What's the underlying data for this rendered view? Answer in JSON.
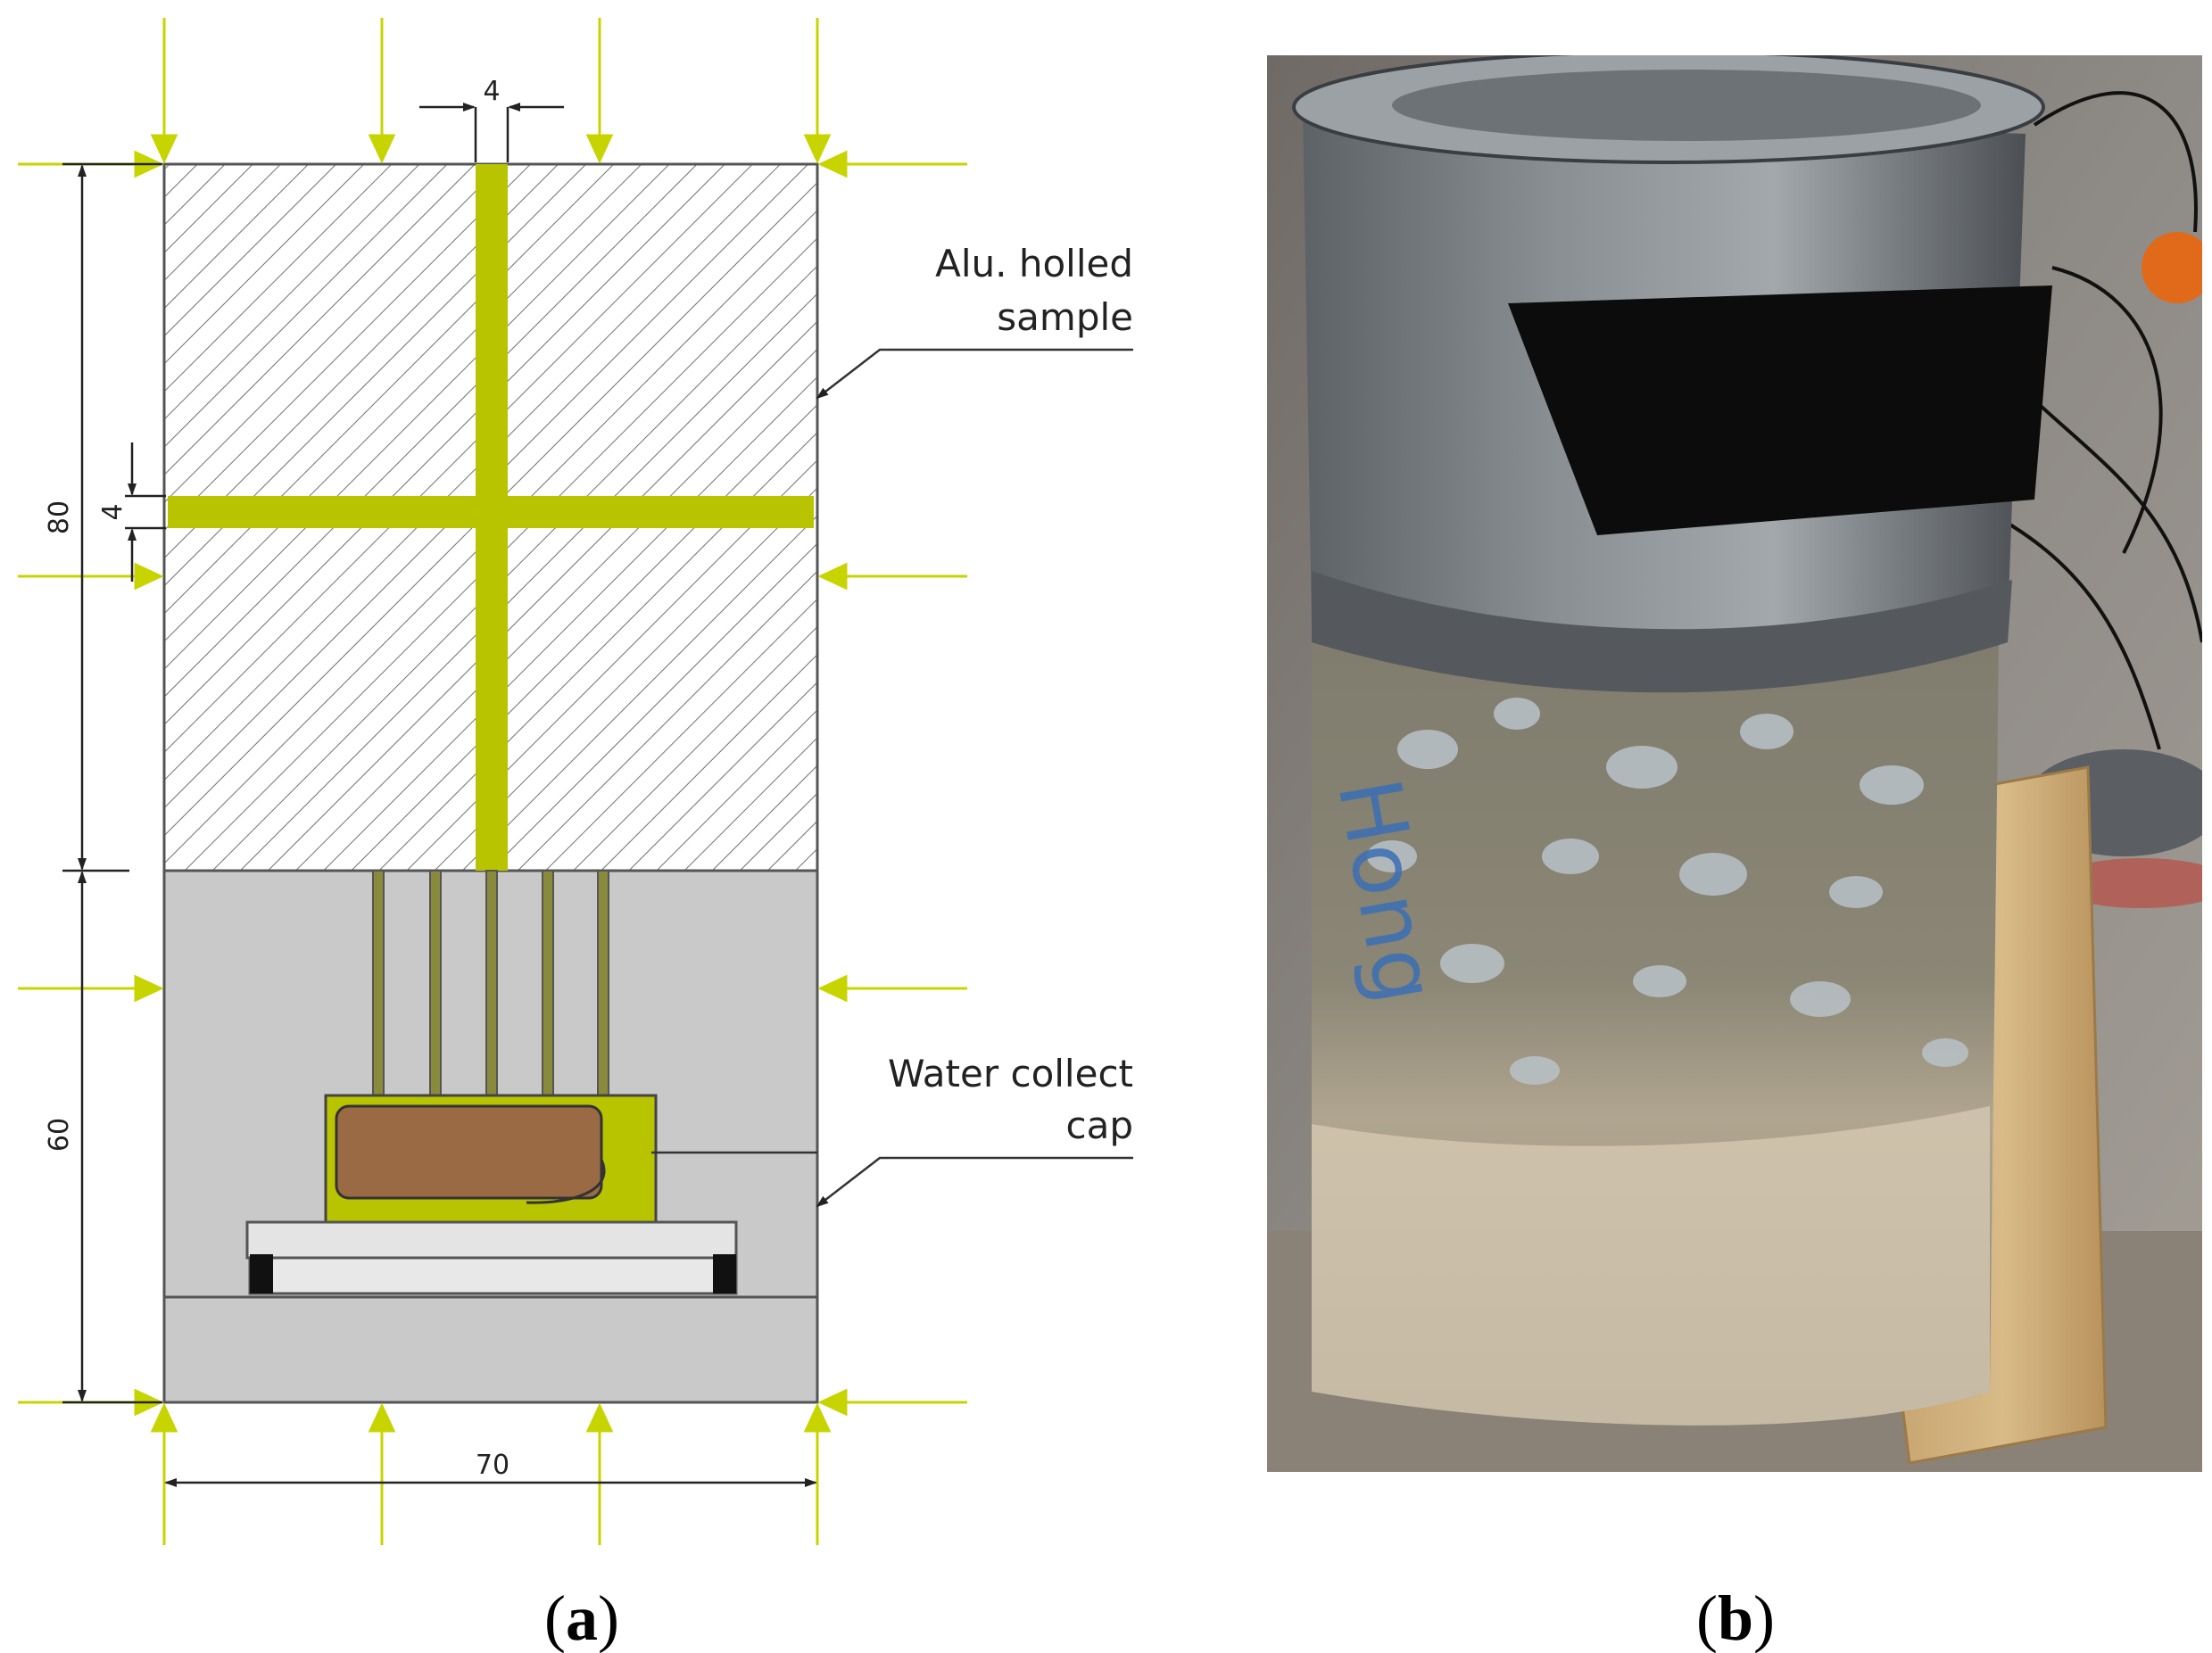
{
  "figure": {
    "panel_a": {
      "label_open": "(",
      "label_letter": "a",
      "label_close": ")",
      "dimensions": {
        "hole_width_top": "4",
        "hole_width_side": "4",
        "upper_height": "80",
        "lower_height": "60",
        "total_width": "70"
      },
      "callouts": {
        "sample_line1": "Alu. holled",
        "sample_line2": "sample",
        "cap_line1": "Water collect",
        "cap_line2": "cap"
      }
    },
    "panel_b": {
      "label_open": "(",
      "label_letter": "b",
      "label_close": ")",
      "specimen_writing": "Hong"
    },
    "colors": {
      "channel": "#b9c400",
      "arrow": "#c8d400",
      "body_gray": "#c9c9c9",
      "sponge": "#9a6a45",
      "hatch": "#777777"
    }
  }
}
